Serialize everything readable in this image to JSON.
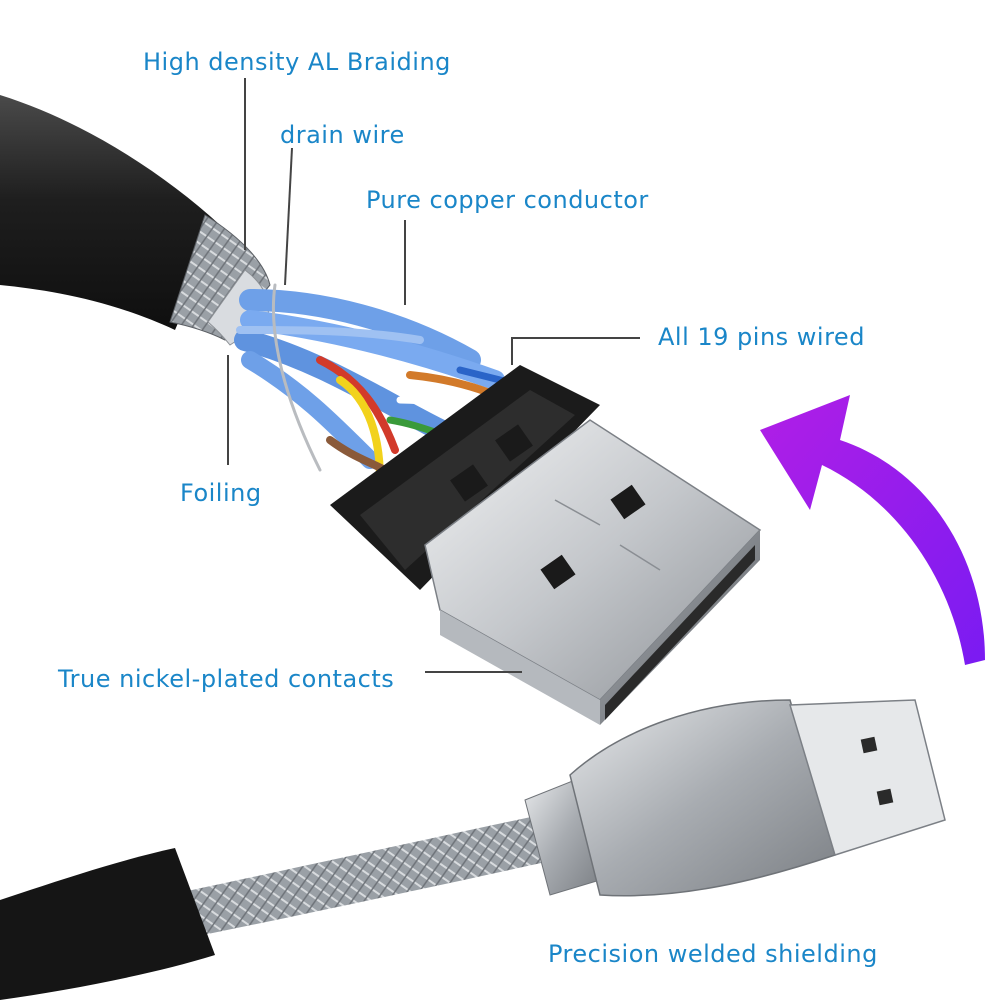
{
  "labels": {
    "braiding": "High density AL Braiding",
    "drain": "drain wire",
    "copper": "Pure copper conductor",
    "pins": "All 19 pins wired",
    "foiling": "Foiling",
    "contacts": "True nickel-plated contacts",
    "shielding": "Precision welded shielding"
  },
  "colors": {
    "label_text": "#1a86c8",
    "arrow_gradient": [
      "#b11fe6",
      "#7a1bf2"
    ],
    "jacket": "#2a2a2a",
    "wire_blue": "#6ea0e8",
    "metal": "#c9ccd0"
  }
}
